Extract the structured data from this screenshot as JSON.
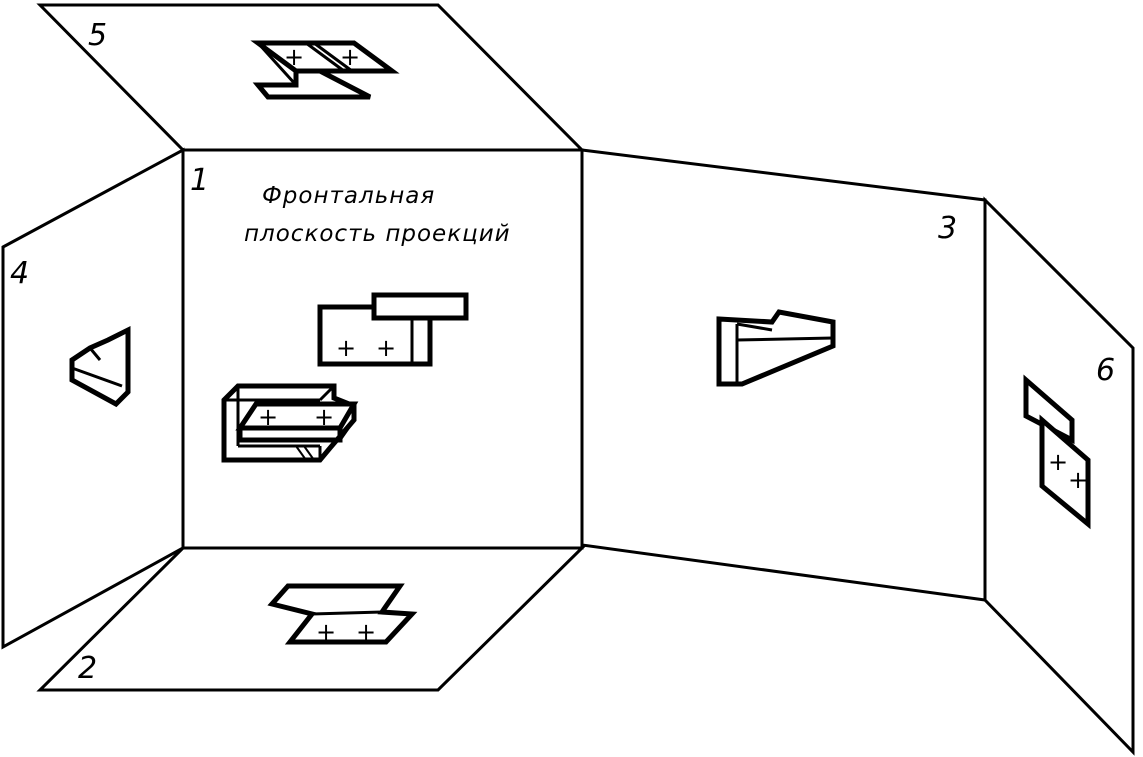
{
  "planes": {
    "p1": "1",
    "p2": "2",
    "p3": "3",
    "p4": "4",
    "p5": "5",
    "p6": "6"
  },
  "caption": {
    "line1": "Фронтальная",
    "line2": "плоскость проекций"
  },
  "marks": {
    "plus": "+"
  }
}
